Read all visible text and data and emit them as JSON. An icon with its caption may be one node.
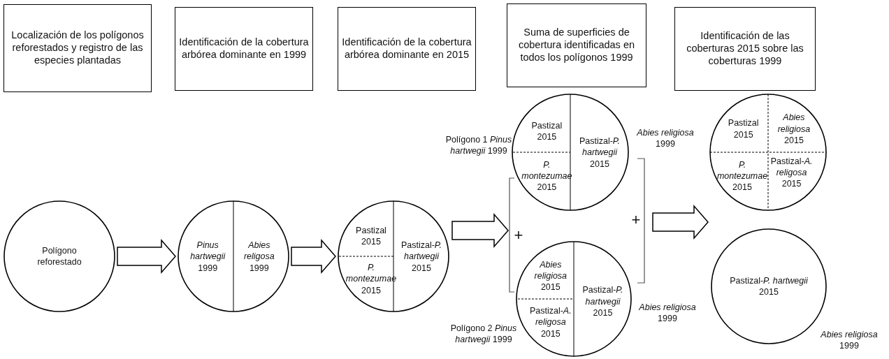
{
  "diagram": {
    "nodes": [
      {
        "text": [
          "Localización de los polígonos reforestados y registro de las especies plantadas"
        ]
      },
      {
        "text": [
          "Identificación de la cobertura arbórea dominante en 1999"
        ]
      },
      {
        "text": [
          "Identificación de la cobertura arbórea dominante en 2015"
        ]
      },
      {
        "text": [
          "Suma de superficies de cobertura identificadas en todos los polígonos 1999"
        ]
      },
      {
        "text": [
          "Identificación de las coberturas 2015 sobre las coberturas 1999"
        ]
      },
      {
        "text": [
          "Polígono reforestado"
        ]
      },
      {
        "text": [
          "*Pinus hartwegii* 1999",
          "*Abies religosa* 1999"
        ]
      },
      {
        "text": [
          "Pastizal 2015",
          "Pastizal-*P. hartwegii* 2015",
          "*P. montezumae* 2015"
        ]
      },
      {
        "text": [
          "Pastizal 2015",
          "Pastizal-*P. hartwegii* 2015",
          "*P. montezumae* 2015"
        ],
        "beside": [
          "Polígono 1 *Pinus hartwegii* 1999",
          "*Abies religiosa* 1999"
        ]
      },
      {
        "text": [
          "*Abies religiosa* 2015",
          "Pastizal-*P. hartwegii* 2015",
          "Pastizal-*A. religosa* 2015"
        ],
        "beside": [
          "Polígono 2 *Pinus hartwegii* 1999",
          "*Abies religiosa* 1999"
        ]
      },
      {
        "text": [
          "Pastizal 2015",
          "*Abies religiosa* 2015",
          "*P. montezumae* 2015",
          "Pastizal-*A. religosa* 2015"
        ]
      },
      {
        "text": [
          "Pastizal-*P. hartwegii* 2015"
        ],
        "beside": [
          "*Abies religiosa* 1999"
        ]
      }
    ],
    "edges": [
      {
        "from": 5,
        "to": 6,
        "arrow": "to"
      },
      {
        "from": 6,
        "to": 7,
        "arrow": "to"
      },
      {
        "from": 7,
        "to": 8,
        "arrow": "to"
      },
      {
        "from": 7,
        "to": 9,
        "arrow": "to"
      },
      {
        "from": 8,
        "to": 10,
        "arrow": "to"
      },
      {
        "from": 9,
        "to": 10,
        "arrow": "to"
      },
      {
        "from": 8,
        "to": 11,
        "arrow": "to"
      },
      {
        "from": 9,
        "to": 11,
        "arrow": "to"
      }
    ],
    "labels": [
      "+",
      "+"
    ]
  }
}
